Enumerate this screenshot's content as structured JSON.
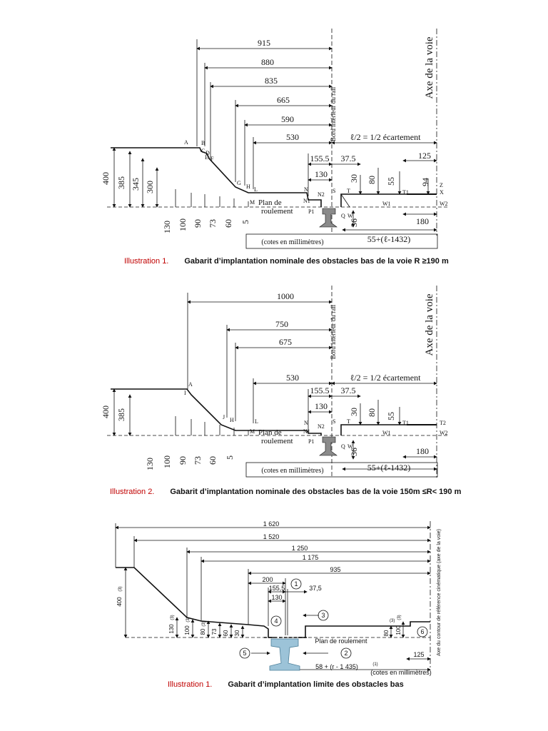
{
  "figure1": {
    "dims_top": [
      "915",
      "880",
      "835",
      "665",
      "590",
      "530"
    ],
    "heights": [
      "400",
      "385",
      "345",
      "300"
    ],
    "bottoms": [
      "130",
      "100",
      "90",
      "73",
      "60",
      "5"
    ],
    "gauge": "155.5",
    "half_gauge_right": "37.5",
    "sub130": "130",
    "v30": "30",
    "v80": "80",
    "v55": "55",
    "v94": "94",
    "v36": "36",
    "v125": "125",
    "v180": "180",
    "formula": "55+(ℓ-1432)",
    "half_gauge_label": "ℓ/2 = 1/2 écartement",
    "rail_edge_label": "Bord intérieur du rail",
    "axis_label": "Axe de la voie",
    "plan_label": "Plan de roulement",
    "units": "(cotes en millimètres)",
    "points": [
      "A",
      "B",
      "C",
      "D",
      "E",
      "F",
      "G",
      "H",
      "L",
      "M",
      "N",
      "N1",
      "N2",
      "P1",
      "S",
      "T",
      "T1",
      "Q",
      "W",
      "W1",
      "W2",
      "Z",
      "X"
    ]
  },
  "figure2": {
    "dims_top": [
      "1000",
      "750",
      "675",
      "530"
    ],
    "heights": [
      "400",
      "385"
    ],
    "bottoms": [
      "130",
      "100",
      "90",
      "73",
      "60",
      "5"
    ],
    "gauge": "155.5",
    "half_gauge_right": "37.5",
    "sub130": "130",
    "v30": "30",
    "v80": "80",
    "v55": "55",
    "v36": "36",
    "v180": "180",
    "formula": "55+(ℓ-1432)",
    "half_gauge_label": "ℓ/2 = 1/2 écartement",
    "rail_edge_label": "Bord intérieur du rail",
    "axis_label": "Axe de la voie",
    "plan_label": "Plan de roulement",
    "units": "(cotes en millimètres)",
    "points": [
      "A",
      "I",
      "J",
      "H",
      "L",
      "M",
      "N",
      "N1",
      "N2",
      "P1",
      "S",
      "T",
      "T1",
      "T2",
      "Q",
      "W",
      "W1",
      "W2"
    ]
  },
  "figure3": {
    "dims_top": [
      "1 620",
      "1 520",
      "1 250",
      "1 175",
      "935"
    ],
    "sub_dims": [
      "200",
      "155,5",
      "130",
      "37,5"
    ],
    "height_400": "400",
    "sup3": "(3)",
    "left_heights": [
      "130",
      "100",
      "80",
      "73",
      "60",
      "30"
    ],
    "right_heights": [
      "100",
      "80"
    ],
    "v125": "125",
    "formula": "58 + (r - 1 435)",
    "sup1": "(1)",
    "plan_label": "Plan de roulement",
    "units": "(cotes en millimètres)",
    "axis_label": "Axe du contour de référence cinématique (axe de la voie)",
    "markers": [
      "1",
      "2",
      "3",
      "4",
      "5",
      "6"
    ]
  },
  "captions": [
    {
      "num": "Illustration 1.",
      "text": "Gabarit d’implantation nominale des obstacles bas de la voie R ≥190 m"
    },
    {
      "num": "Illustration 2.",
      "text": "Gabarit d’implantation nominale des obstacles bas de la voie 150m ≤R< 190 m"
    },
    {
      "num": "Illustration 1.",
      "text": "Gabarit d’implantation limite des obstacles bas"
    }
  ]
}
